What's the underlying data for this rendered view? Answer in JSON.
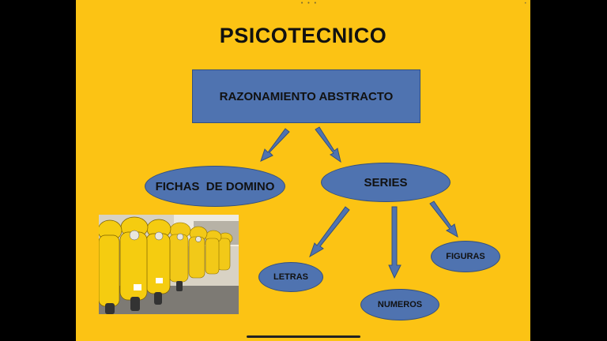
{
  "slide": {
    "title": "PSICOTECNICO",
    "background_color": "#fcc314",
    "node_color": "#4f73b0",
    "root": "RAZONAMIENTO ABSTRACTO",
    "level1": [
      "FICHAS  DE DOMINO",
      "SERIES"
    ],
    "series_children": [
      "LETRAS",
      "NUMEROS",
      "FIGURAS"
    ]
  },
  "photo": {
    "subject": "row of yellow scooters"
  },
  "chrome": {
    "top_indicator": "• • •",
    "right_indicator": "•"
  }
}
